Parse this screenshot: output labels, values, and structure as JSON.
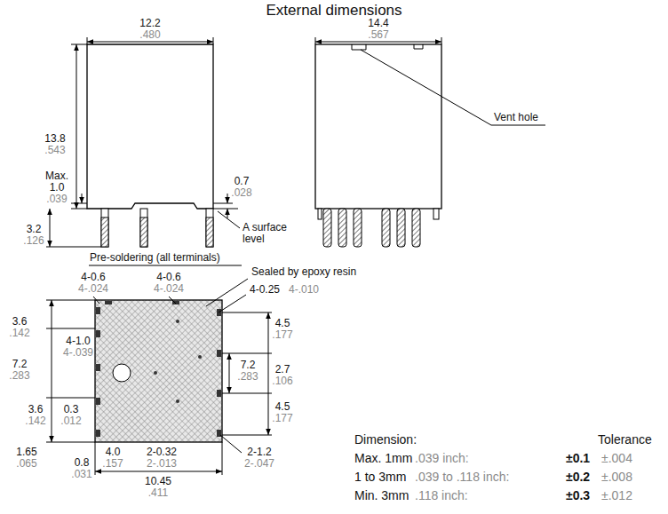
{
  "diagram": {
    "title": "External dimensions",
    "labels": [
      "12.2",
      ".480",
      "14.4",
      ".567",
      "Vent hole",
      "13.8",
      ".543",
      "Max.",
      "1.0",
      ".039",
      "0.7",
      ".028",
      "3.2",
      ".126",
      "A surface level",
      "Pre-soldering (all terminals)",
      "4-0.6",
      "4-.024",
      "4-0.6",
      "4-.024",
      "Sealed by epoxy resin",
      "4-0.25",
      "4-.010",
      "3.6",
      ".142",
      "4-1.0",
      "4-.039",
      "4.5",
      ".177",
      "7.2",
      ".283",
      "2.7",
      ".106",
      "7.2",
      ".283",
      "3.6",
      ".142",
      "0.3",
      ".012",
      "4.5",
      ".177",
      "1.65",
      ".065",
      "4.0",
      ".157",
      "2-0.32",
      "2-.013",
      "2-1.2",
      "2-.047",
      "0.8",
      ".031",
      "10.45",
      ".411",
      "Dimension:",
      "Tolerance",
      "Max. 1mm",
      ".039 inch:",
      "±0.1",
      "±.004",
      "1 to 3mm",
      ".039 to .118 inch:",
      "±0.2",
      "±.008",
      "Min. 3mm",
      ".118 inch:",
      "±0.3",
      "±.012"
    ]
  }
}
